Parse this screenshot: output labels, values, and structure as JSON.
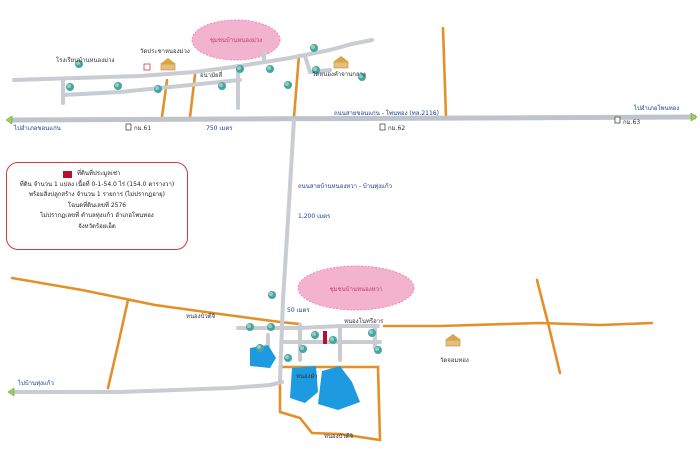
{
  "map": {
    "community_top": "ชุมชนบ้านหนองม่วง",
    "community_bottom": "ชุมชนบ้านหนองหวา",
    "places": {
      "school": "โรงเรียนบ้านหนองม่วง",
      "temple_top": "วัดประชาหนองม่วง",
      "health_top": "อนามัยสี่",
      "temple_right": "วัดหนองคำจานกลาง",
      "temple_bottom_right": "วัดจอมทอง",
      "bottom_mid": "หนองบัวดีจิ",
      "right_mid": "หนองโนทรีอาร",
      "blue1": "หนองผำ",
      "left_mid": "หนองบัวดีจิ",
      "bottom_road": "หนองบัวดีจิ"
    },
    "roads": {
      "main_highway": "ถนนสายขอนแก่น - โพนทอง (ทล.2116)",
      "left_dir": "ไปอำเภอขอนแก่น",
      "right_dir": "ไปอำเภอโพนทอง",
      "vertical_road": "ถนนสายบ้านหนองหวา - บ้านทุ่งแก้ว",
      "bottom_left_dir": "ไปบ้านทุ่งแก้ว"
    },
    "markers": {
      "km61": "กม.61",
      "km62": "กม.62",
      "km63": "กม.63"
    },
    "distances": {
      "d750": "750 เมตร",
      "d1200": "1,200 เมตร",
      "d50": "50 เมตร"
    }
  },
  "legend": {
    "title": "ที่ดินที่ประมูลเช่า",
    "line1": "ที่ดิน จำนวน 1 แปลง เนื้อที่ 0-1-54.0 ไร่ (154.0 ตารางวา)",
    "line2": "พร้อมสิ่งปลูกสร้าง จำนวน 1 รายการ (ไม่ปรากฏอายุ)",
    "line3": "โฉนดที่ดินเลขที่ 2576",
    "line4": "ไม่ปรากฏเลขที่ ตำบลทุ่งแก้ว อำเภอโพนทอง",
    "line5": "จังหวัดร้อยเอ็ด"
  },
  "colors": {
    "road": "#c9ccd3",
    "orange_road": "#e3902a",
    "highway": "#bfc3cb",
    "blue_area": "#1e9be0",
    "pink_cloud": "#f3b3cf",
    "marker": "#b3142b"
  }
}
